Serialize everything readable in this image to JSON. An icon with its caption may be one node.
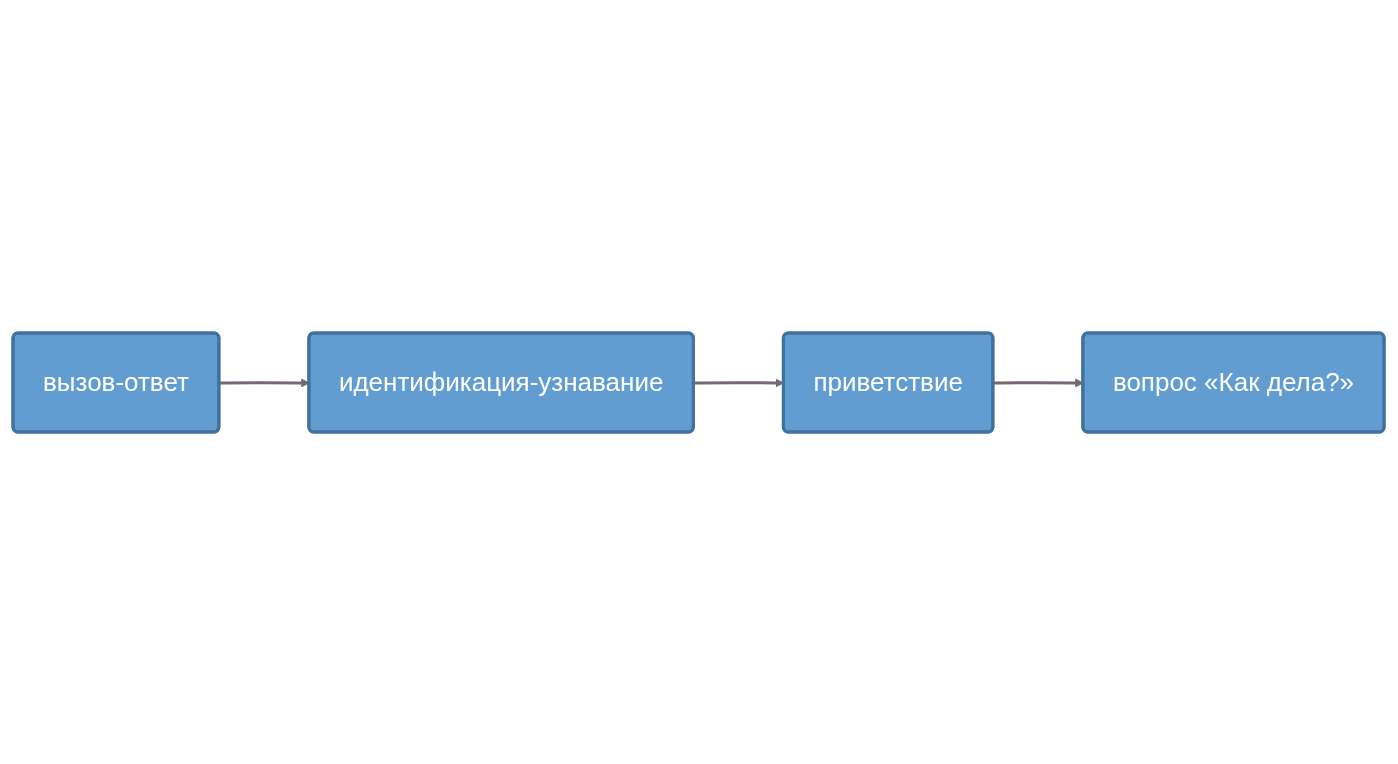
{
  "diagram": {
    "nodes": [
      {
        "text": [
          "вызов-ответ"
        ]
      },
      {
        "text": [
          "идентификация-узнавание"
        ]
      },
      {
        "text": [
          "приветствие"
        ]
      },
      {
        "text": [
          "вопрос «Как дела?»"
        ]
      }
    ],
    "edges": [
      {
        "from": 0,
        "to": 1,
        "arrow": "to"
      },
      {
        "from": 1,
        "to": 2,
        "arrow": "to"
      },
      {
        "from": 2,
        "to": 3,
        "arrow": "to"
      }
    ]
  }
}
